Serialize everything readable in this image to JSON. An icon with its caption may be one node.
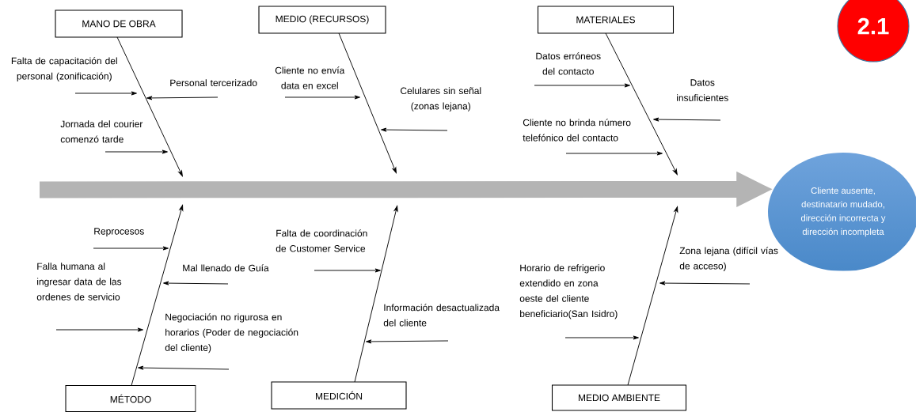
{
  "diagram": {
    "nodes": [
      {
        "text": [
          "MANO DE OBRA"
        ]
      },
      {
        "text": [
          "MEDIO (RECURSOS)"
        ]
      },
      {
        "text": [
          "MATERIALES"
        ]
      },
      {
        "text": [
          "2.1"
        ]
      },
      {
        "text": [
          "Cliente ausente, destinatario mudado, dirección incorrecta y dirección incompleta"
        ]
      },
      {
        "text": [
          "Falta de capacitación del personal (zonificación)"
        ]
      },
      {
        "text": [
          "Personal tercerizado"
        ]
      },
      {
        "text": [
          "Jornada del courier comenzó tarde"
        ]
      },
      {
        "text": [
          "Cliente no envía data en excel"
        ]
      },
      {
        "text": [
          "Celulares sin señal (zonas lejana)"
        ]
      },
      {
        "text": [
          "Datos erróneos del contacto"
        ]
      },
      {
        "text": [
          "Datos insuficientes"
        ]
      },
      {
        "text": [
          "Cliente no brinda número telefónico del contacto"
        ]
      },
      {
        "text": [
          "Reprocesos"
        ]
      },
      {
        "text": [
          "Falla humana al ingresar data de las ordenes de servicio"
        ]
      },
      {
        "text": [
          "Mal llenado de Guía"
        ]
      },
      {
        "text": [
          "Negociación no rigurosa en horarios (Poder de negociación del cliente)"
        ]
      },
      {
        "text": [
          "Falta de coordinación de Customer Service"
        ]
      },
      {
        "text": [
          "Información desactualizada del cliente"
        ]
      },
      {
        "text": [
          "Horario de refrigerio extendido en zona oeste del cliente beneficiario(San Isidro)"
        ]
      },
      {
        "text": [
          "Zona lejana (difícil vías de acceso)"
        ]
      },
      {
        "text": [
          "MÉTODO"
        ]
      },
      {
        "text": [
          "MEDICIÓN"
        ]
      },
      {
        "text": [
          "MEDIO AMBIENTE"
        ]
      }
    ],
    "edges": [
      {
        "from": 0,
        "to": null,
        "arrow": "to"
      },
      {
        "from": 1,
        "to": null,
        "arrow": "to"
      },
      {
        "from": 2,
        "to": null,
        "arrow": "to"
      },
      {
        "from": 21,
        "to": null,
        "arrow": "to"
      },
      {
        "from": 22,
        "to": null,
        "arrow": "to"
      },
      {
        "from": 23,
        "to": null,
        "arrow": "to"
      },
      {
        "from": 5,
        "to": null,
        "arrow": "to"
      },
      {
        "from": 6,
        "to": null,
        "arrow": "to"
      },
      {
        "from": 7,
        "to": null,
        "arrow": "to"
      },
      {
        "from": 8,
        "to": null,
        "arrow": "to"
      },
      {
        "from": 9,
        "to": null,
        "arrow": "to"
      },
      {
        "from": 10,
        "to": null,
        "arrow": "to"
      },
      {
        "from": 11,
        "to": null,
        "arrow": "to"
      },
      {
        "from": 12,
        "to": null,
        "arrow": "to"
      },
      {
        "from": 13,
        "to": null,
        "arrow": "to"
      },
      {
        "from": 14,
        "to": null,
        "arrow": "to"
      },
      {
        "from": 15,
        "to": null,
        "arrow": "to"
      },
      {
        "from": 16,
        "to": null,
        "arrow": "to"
      },
      {
        "from": 17,
        "to": null,
        "arrow": "to"
      },
      {
        "from": 18,
        "to": null,
        "arrow": "to"
      },
      {
        "from": 19,
        "to": null,
        "arrow": "to"
      },
      {
        "from": 20,
        "to": null,
        "arrow": "to"
      },
      {
        "from": null,
        "to": 4,
        "arrow": "to",
        "style": "thick",
        "color": "#b4b4b4"
      }
    ]
  }
}
